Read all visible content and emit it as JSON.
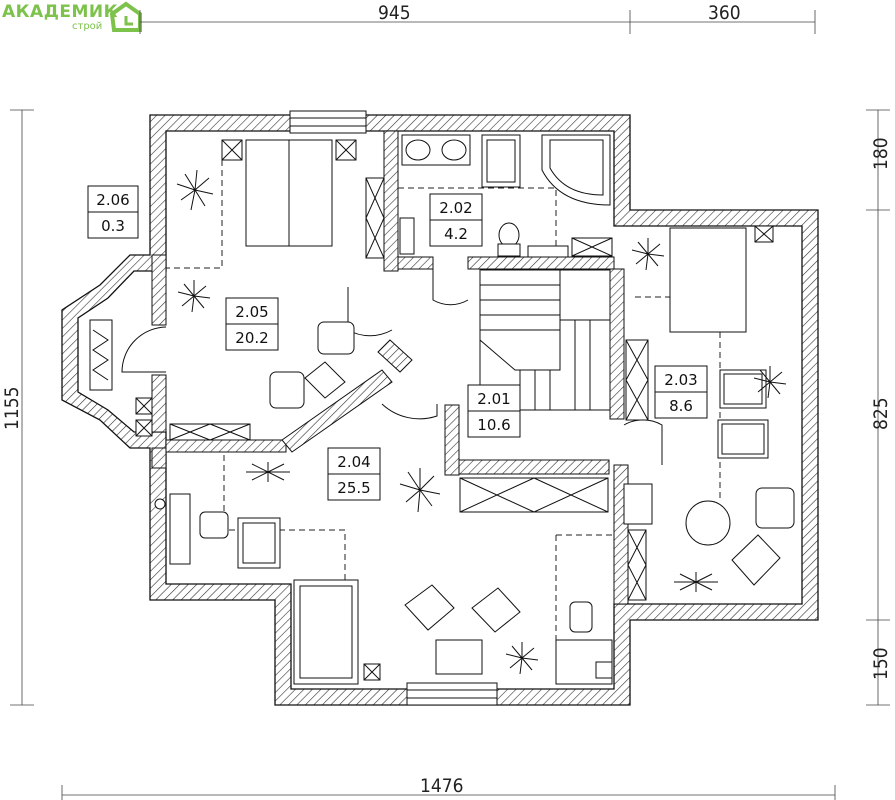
{
  "logo": {
    "brand_name": "АКАДЕМИК",
    "brand_sub": "строй",
    "color": "#7cc24b"
  },
  "dimensions": {
    "top_left": "945",
    "top_right": "360",
    "bottom": "1476",
    "left": "1155",
    "right_top": "180",
    "right_middle": "825",
    "right_bottom": "150"
  },
  "rooms": [
    {
      "number": "2.01",
      "area": "10.6"
    },
    {
      "number": "2.02",
      "area": "4.2"
    },
    {
      "number": "2.03",
      "area": "8.6"
    },
    {
      "number": "2.04",
      "area": "25.5"
    },
    {
      "number": "2.05",
      "area": "20.2"
    },
    {
      "number": "2.06",
      "area": "0.3"
    }
  ]
}
